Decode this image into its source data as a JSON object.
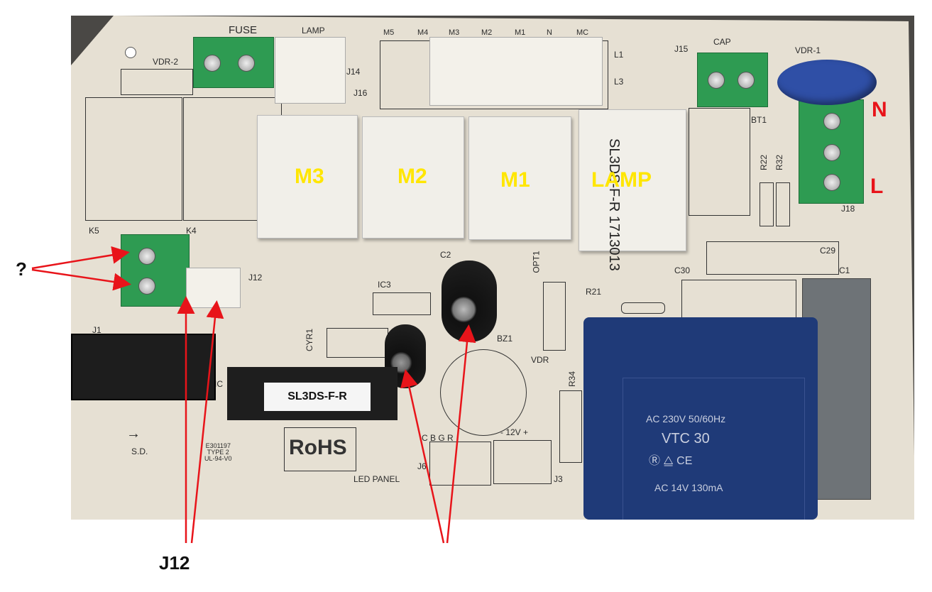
{
  "silk": {
    "fuse": "FUSE",
    "lamp": "LAMP",
    "vdr2": "VDR-2",
    "j14": "J14",
    "j16": "J16",
    "m5": "M5",
    "m4": "M4",
    "m3": "M3",
    "m2": "M2",
    "m1": "M1",
    "n": "N",
    "mc": "MC",
    "l1": "L1",
    "l3": "L3",
    "j15": "J15",
    "cap": "CAP",
    "vdr1": "VDR-1",
    "bt1": "BT1",
    "r22": "R22",
    "r32": "R32",
    "j18": "J18",
    "k5": "K5",
    "k4": "K4",
    "j12": "J12",
    "c2": "C2",
    "ic3": "IC3",
    "opt1": "OPT1",
    "r21": "R21",
    "c29": "C29",
    "c30": "C30",
    "c1": "C1",
    "j1": "J1",
    "cyr1": "CYR1",
    "bz1": "BZ1",
    "vdr": "VDR",
    "r34": "R34",
    "ic": "IC",
    "sd": "S.D.",
    "ul": "E301197",
    "ul_type": "TYPE 2",
    "ul_rating": "UL-94-V0",
    "rohs": "RoHS",
    "cbgr": "C  B  G  R",
    "v12": "- 12V +",
    "j6": "J6",
    "led": "LED PANEL",
    "j3": "J3",
    "sticker": "SL3DS-F-R",
    "lamp_sticker": "SL3DS-F-R 1713013"
  },
  "chip_label": "SL3DS-F-R",
  "transformer": {
    "line1": "AC 230V 50/60Hz",
    "model": "VTC 30",
    "line3": "AC  14V 130mA"
  },
  "annotations": {
    "relay_m3": "M3",
    "relay_m2": "M2",
    "relay_m1": "M1",
    "relay_lamp": "LAMP",
    "n": "N",
    "l": "L",
    "question": "?",
    "j12": "J12"
  },
  "colors": {
    "annotation_red": "#e8141a",
    "annotation_yellow": "#ffe600"
  }
}
